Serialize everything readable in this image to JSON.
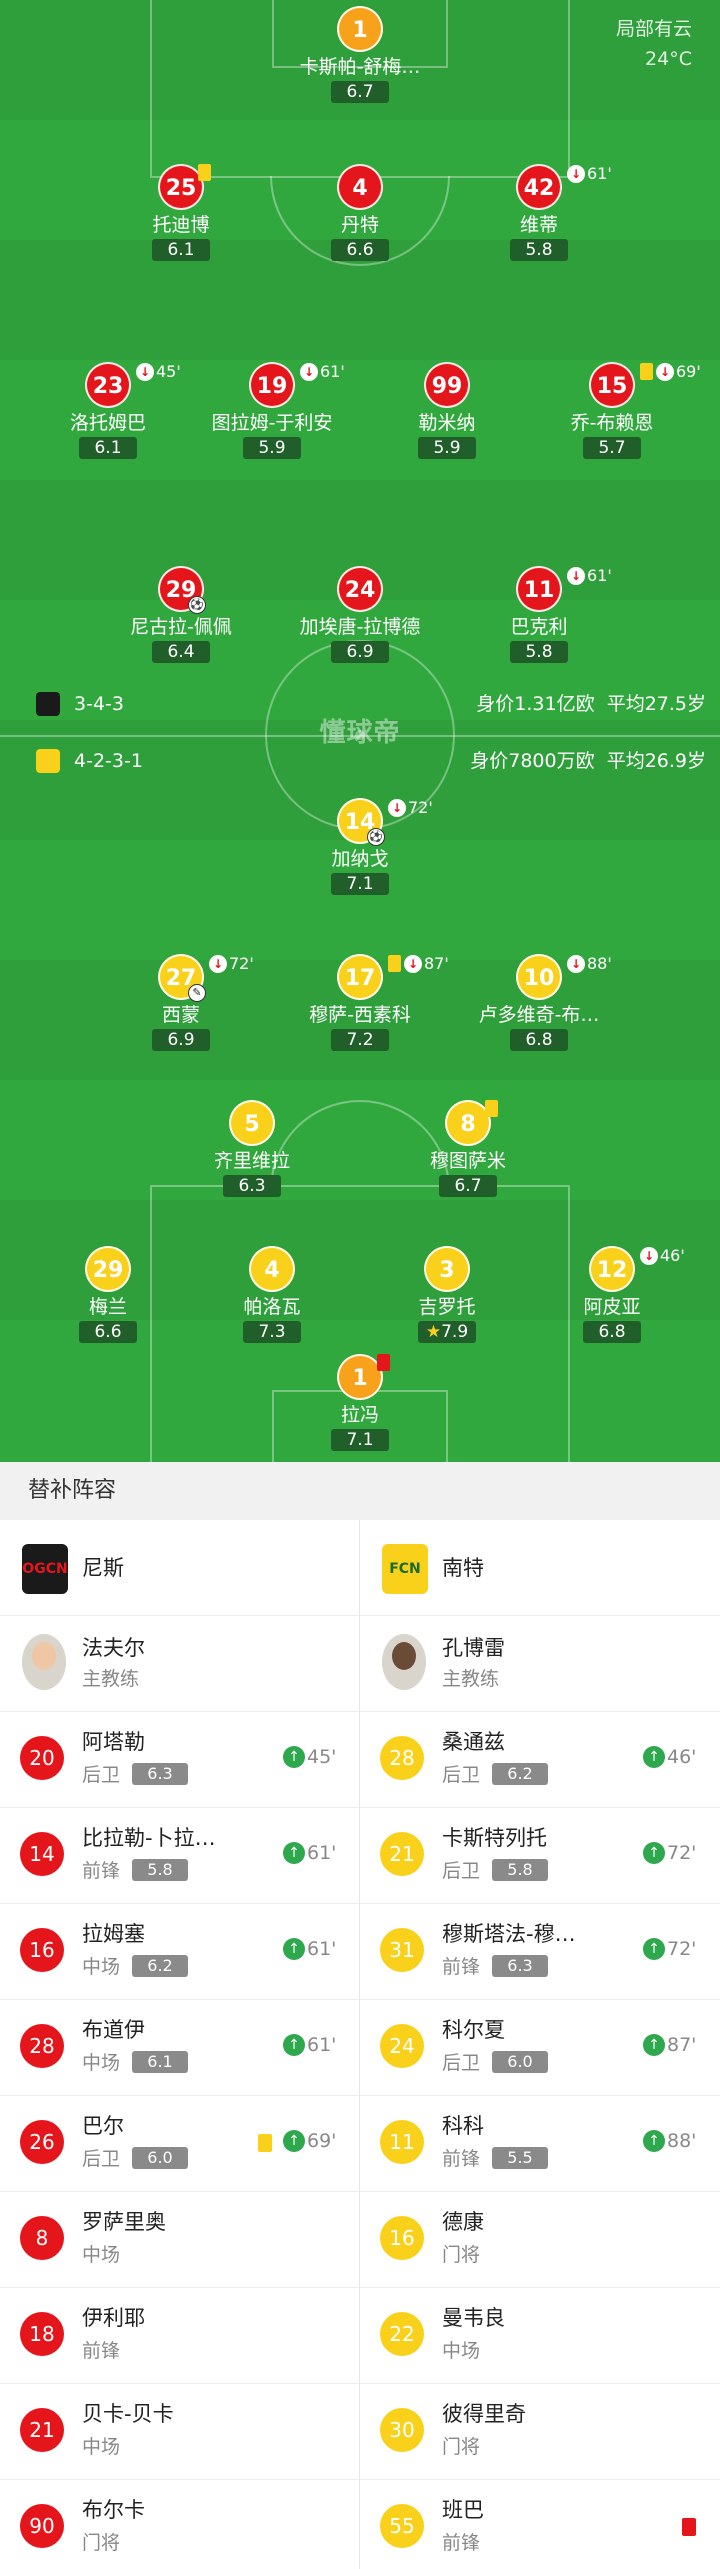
{
  "weather": {
    "desc": "局部有云",
    "temp": "24°C"
  },
  "watermark": "懂球帝",
  "home_bar": {
    "formation": "3-4-3",
    "value": "身价1.31亿欧",
    "age": "平均27.5岁"
  },
  "away_bar": {
    "formation": "4-2-3-1",
    "value": "身价7800万欧",
    "age": "平均26.9岁"
  },
  "home_players": [
    {
      "num": "1",
      "name": "卡斯帕-舒梅…",
      "rating": "6.7",
      "mark": ""
    },
    {
      "num": "25",
      "name": "托迪博",
      "rating": "6.1",
      "mark": ""
    },
    {
      "num": "4",
      "name": "丹特",
      "rating": "6.6",
      "mark": ""
    },
    {
      "num": "42",
      "name": "维蒂",
      "rating": "5.8",
      "mark": "61'"
    },
    {
      "num": "23",
      "name": "洛托姆巴",
      "rating": "6.1",
      "mark": "45'"
    },
    {
      "num": "19",
      "name": "图拉姆-于利安",
      "rating": "5.9",
      "mark": "61'"
    },
    {
      "num": "99",
      "name": "勒米纳",
      "rating": "5.9",
      "mark": ""
    },
    {
      "num": "15",
      "name": "乔-布赖恩",
      "rating": "5.7",
      "mark": "69'"
    },
    {
      "num": "29",
      "name": "尼古拉-佩佩",
      "rating": "6.4",
      "mark": ""
    },
    {
      "num": "24",
      "name": "加埃唐-拉博德",
      "rating": "6.9",
      "mark": ""
    },
    {
      "num": "11",
      "name": "巴克利",
      "rating": "5.8",
      "mark": "61'"
    }
  ],
  "away_players": [
    {
      "num": "14",
      "name": "加纳戈",
      "rating": "7.1",
      "mark": "72'"
    },
    {
      "num": "27",
      "name": "西蒙",
      "rating": "6.9",
      "mark": "72'"
    },
    {
      "num": "17",
      "name": "穆萨-西素科",
      "rating": "7.2",
      "mark": "87'"
    },
    {
      "num": "10",
      "name": "卢多维奇-布…",
      "rating": "6.8",
      "mark": "88'"
    },
    {
      "num": "5",
      "name": "齐里维拉",
      "rating": "6.3",
      "mark": ""
    },
    {
      "num": "8",
      "name": "穆图萨米",
      "rating": "6.7",
      "mark": ""
    },
    {
      "num": "29",
      "name": "梅兰",
      "rating": "6.6",
      "mark": ""
    },
    {
      "num": "4",
      "name": "帕洛瓦",
      "rating": "7.3",
      "mark": ""
    },
    {
      "num": "3",
      "name": "吉罗托",
      "rating": "7.9",
      "mark": ""
    },
    {
      "num": "12",
      "name": "阿皮亚",
      "rating": "6.8",
      "mark": "46'"
    },
    {
      "num": "1",
      "name": "拉冯",
      "rating": "7.1",
      "mark": ""
    }
  ],
  "subs_title": "替补阵容",
  "home_team": {
    "name": "尼斯",
    "crest": "OGCN",
    "color": "#e4161b"
  },
  "away_team": {
    "name": "南特",
    "crest": "FCN",
    "color": "#f9d01a"
  },
  "home_coach": {
    "name": "法夫尔",
    "role": "主教练"
  },
  "away_coach": {
    "name": "孔博雷",
    "role": "主教练"
  },
  "home_subs": [
    {
      "num": "20",
      "name": "阿塔勒",
      "pos": "后卫",
      "rating": "6.3",
      "in": "45'"
    },
    {
      "num": "14",
      "name": "比拉勒-卜拉…",
      "pos": "前锋",
      "rating": "5.8",
      "in": "61'"
    },
    {
      "num": "16",
      "name": "拉姆塞",
      "pos": "中场",
      "rating": "6.2",
      "in": "61'"
    },
    {
      "num": "28",
      "name": "布道伊",
      "pos": "中场",
      "rating": "6.1",
      "in": "61'"
    },
    {
      "num": "26",
      "name": "巴尔",
      "pos": "后卫",
      "rating": "6.0",
      "in": "69'"
    },
    {
      "num": "8",
      "name": "罗萨里奥",
      "pos": "中场",
      "rating": "",
      "in": ""
    },
    {
      "num": "18",
      "name": "伊利耶",
      "pos": "前锋",
      "rating": "",
      "in": ""
    },
    {
      "num": "21",
      "name": "贝卡-贝卡",
      "pos": "中场",
      "rating": "",
      "in": ""
    },
    {
      "num": "90",
      "name": "布尔卡",
      "pos": "门将",
      "rating": "",
      "in": ""
    }
  ],
  "away_subs": [
    {
      "num": "28",
      "name": "桑通兹",
      "pos": "后卫",
      "rating": "6.2",
      "in": "46'"
    },
    {
      "num": "21",
      "name": "卡斯特列托",
      "pos": "后卫",
      "rating": "5.8",
      "in": "72'"
    },
    {
      "num": "31",
      "name": "穆斯塔法-穆…",
      "pos": "前锋",
      "rating": "6.3",
      "in": "72'"
    },
    {
      "num": "24",
      "name": "科尔夏",
      "pos": "后卫",
      "rating": "6.0",
      "in": "87'"
    },
    {
      "num": "11",
      "name": "科科",
      "pos": "前锋",
      "rating": "5.5",
      "in": "88'"
    },
    {
      "num": "16",
      "name": "德康",
      "pos": "门将",
      "rating": "",
      "in": ""
    },
    {
      "num": "22",
      "name": "曼韦良",
      "pos": "中场",
      "rating": "",
      "in": ""
    },
    {
      "num": "30",
      "name": "彼得里奇",
      "pos": "门将",
      "rating": "",
      "in": ""
    },
    {
      "num": "55",
      "name": "班巴",
      "pos": "前锋",
      "rating": "",
      "in": ""
    }
  ]
}
